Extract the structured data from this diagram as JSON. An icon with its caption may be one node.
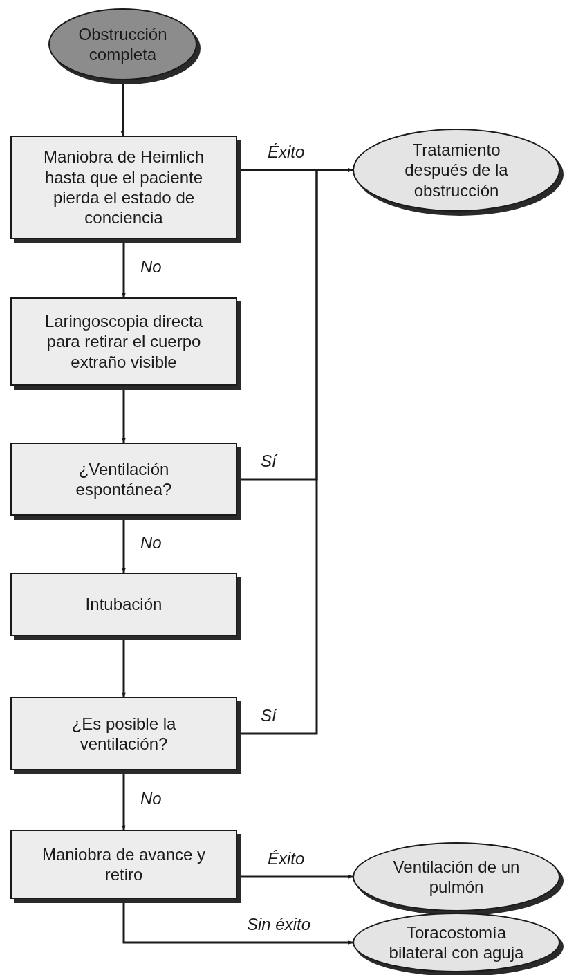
{
  "diagram": {
    "nodes": [
      {
        "text": [
          "Obstrucción completa"
        ]
      },
      {
        "text": [
          "Maniobra de Heimlich hasta que el paciente pierda el estado de conciencia"
        ]
      },
      {
        "text": [
          "Tratamiento después de la obstrucción"
        ]
      },
      {
        "text": [
          "Laringoscopia directa para retirar el cuerpo extraño visible"
        ]
      },
      {
        "text": [
          "¿Ventilación espontánea?"
        ]
      },
      {
        "text": [
          "Intubación"
        ]
      },
      {
        "text": [
          "¿Es posible la ventilación?"
        ]
      },
      {
        "text": [
          "Maniobra de avance y retiro"
        ]
      },
      {
        "text": [
          "Ventilación de un pulmón"
        ]
      },
      {
        "text": [
          "Toracostomía bilateral con aguja"
        ]
      }
    ],
    "edges": [
      {
        "from": 0,
        "to": 1,
        "arrow": "to"
      },
      {
        "from": 1,
        "to": 2,
        "arrow": "to",
        "label": "Éxito"
      },
      {
        "from": 1,
        "to": 3,
        "arrow": "to",
        "label": "No"
      },
      {
        "from": 3,
        "to": 4,
        "arrow": "to"
      },
      {
        "from": 4,
        "to": 2,
        "arrow": "to",
        "label": "Sí"
      },
      {
        "from": 4,
        "to": 5,
        "arrow": "to",
        "label": "No"
      },
      {
        "from": 5,
        "to": 6,
        "arrow": "to"
      },
      {
        "from": 6,
        "to": 2,
        "arrow": "to",
        "label": "Sí"
      },
      {
        "from": 6,
        "to": 7,
        "arrow": "to",
        "label": "No"
      },
      {
        "from": 7,
        "to": 8,
        "arrow": "to",
        "label": "Éxito"
      },
      {
        "from": 7,
        "to": 9,
        "arrow": "to",
        "label": "Sin éxito"
      }
    ]
  }
}
